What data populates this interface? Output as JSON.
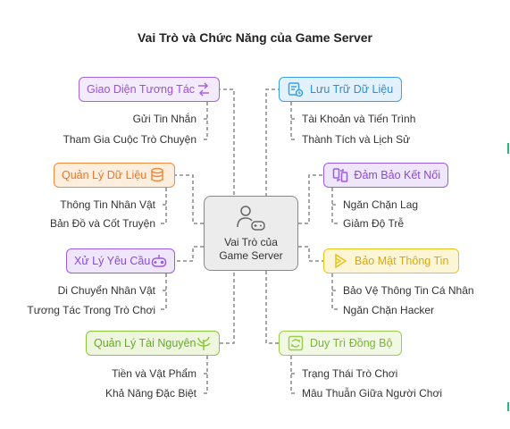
{
  "title": "Vai Trò và Chức Năng của Game Server",
  "center": {
    "line1": "Vai Trò của",
    "line2": "Game Server",
    "icon": "user-gamepad-icon"
  },
  "colors": {
    "purple": "#a864e0",
    "purple_bg": "#f3eafc",
    "orange": "#f08a3a",
    "orange_bg": "#fdeedd",
    "blue": "#3aa0e8",
    "blue_bg": "#e3f1fc",
    "violet": "#9a5de0",
    "violet_bg": "#efe6fb",
    "yellow": "#e8c21a",
    "yellow_bg": "#fdf6d6",
    "green": "#8cc63f",
    "green_bg": "#eef7de",
    "lightgreen": "#9acd4a",
    "lightgreen_bg": "#f1f8e4"
  },
  "nodes": {
    "giao_dien": {
      "label": "Giao Diện Tương Tác",
      "icon": "arrows-swap-icon",
      "subs": [
        "Gửi Tin Nhắn",
        "Tham Gia Cuộc Trò Chuyện"
      ]
    },
    "quan_ly_du_lieu": {
      "label": "Quản Lý Dữ Liệu",
      "icon": "database-icon",
      "subs": [
        "Thông Tin Nhân Vật",
        "Bản Đồ và Cốt Truyện"
      ]
    },
    "xu_ly_yeu_cau": {
      "label": "Xử Lý Yêu Cầu",
      "icon": "gamepad-icon",
      "subs": [
        "Di Chuyển Nhân Vật",
        "Tương Tác Trong Trò Chơi"
      ]
    },
    "quan_ly_tai_nguyen": {
      "label": "Quản Lý Tài Nguyên",
      "icon": "plant-icon",
      "subs": [
        "Tiền và Vật Phẩm",
        "Khả Năng Đặc Biệt"
      ]
    },
    "luu_tru": {
      "label": "Lưu Trữ Dữ Liệu",
      "icon": "storage-clock-icon",
      "subs": [
        "Tài Khoản và Tiến Trình",
        "Thành Tích và Lịch Sử"
      ]
    },
    "dam_bao": {
      "label": "Đảm Bảo Kết Nối",
      "icon": "devices-sync-icon",
      "subs": [
        "Ngăn Chặn Lag",
        "Giảm Độ Trễ"
      ]
    },
    "bao_mat": {
      "label": "Bảo Mật Thông Tin",
      "icon": "play-shield-icon",
      "subs": [
        "Bảo Vệ Thông Tin Cá Nhân",
        "Ngăn Chặn Hacker"
      ]
    },
    "duy_tri": {
      "label": "Duy Trì Đồng Bộ",
      "icon": "sync-box-icon",
      "subs": [
        "Trạng Thái Trò Chơi",
        "Mâu Thuẫn Giữa Người Chơi"
      ]
    }
  }
}
